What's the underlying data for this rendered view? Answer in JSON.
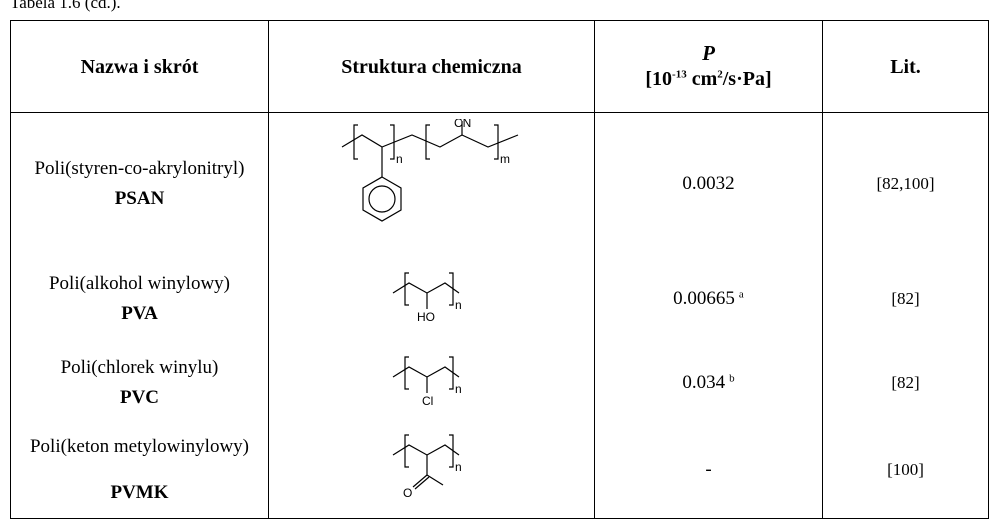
{
  "caption": "Tabela 1.6 (cd.).",
  "headers": {
    "name": "Nazwa i skrót",
    "structure": "Struktura chemiczna",
    "p_symbol": "P",
    "p_unit_open": "[10",
    "p_unit_exp": "-13",
    "p_unit_mid": " cm",
    "p_unit_exp2": "2",
    "p_unit_close": "/s·Pa]",
    "lit": "Lit."
  },
  "rows": [
    {
      "name": "Poli(styren-co-akrylonitryl)",
      "abbr": "PSAN",
      "p": "0.0032",
      "p_note": "",
      "lit": "[82,100]",
      "struct_labels": {
        "cn": "CN",
        "n": "n",
        "m": "m"
      }
    },
    {
      "name": "Poli(alkohol winylowy)",
      "abbr": "PVA",
      "p": "0.00665",
      "p_note": "a",
      "lit": "[82]",
      "struct_labels": {
        "sub": "HO",
        "n": "n"
      }
    },
    {
      "name": "Poli(chlorek winylu)",
      "abbr": "PVC",
      "p": "0.034",
      "p_note": "b",
      "lit": "[82]",
      "struct_labels": {
        "sub": "Cl",
        "n": "n"
      }
    },
    {
      "name": "Poli(keton metylowinylowy)",
      "abbr": "PVMK",
      "p": "-",
      "p_note": "",
      "lit": "[100]",
      "struct_labels": {
        "sub": "O",
        "n": "n"
      }
    }
  ]
}
